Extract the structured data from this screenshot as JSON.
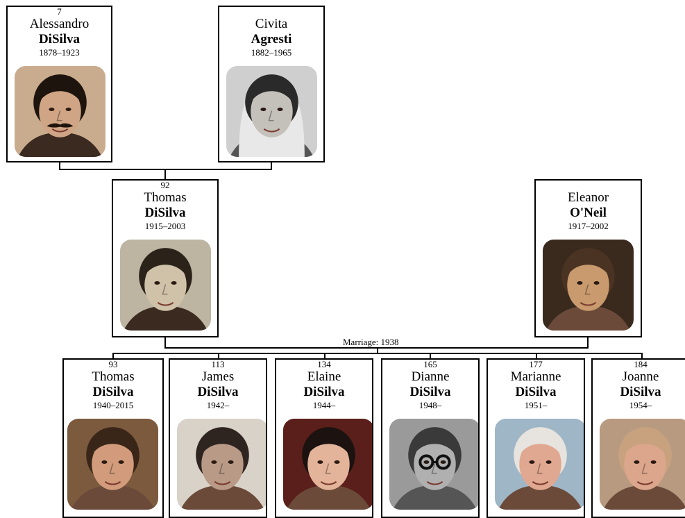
{
  "people": {
    "alessandro": {
      "num": "7",
      "given": "Alessandro",
      "surname": "DiSilva",
      "years": "1878–1923",
      "photo": {
        "bg": "#c9ab8d",
        "skin": "#cfa585",
        "hair": "#1e140e",
        "mustache": true,
        "glasses": false,
        "age": "sepia"
      }
    },
    "civita": {
      "num": "",
      "given": "Civita",
      "surname": "Agresti",
      "years": "1882–1965",
      "photo": {
        "bg": "#cfcfcf",
        "skin": "#c4c0ba",
        "hair": "#2a2a2a",
        "veil": true,
        "glasses": false,
        "age": "gray"
      }
    },
    "thomas_sr": {
      "num": "92",
      "given": "Thomas",
      "surname": "DiSilva",
      "years": "1915–2003",
      "photo": {
        "bg": "#bdb5a2",
        "skin": "#cfc2a8",
        "hair": "#2b231a",
        "glasses": false,
        "age": "sepia"
      }
    },
    "eleanor": {
      "num": "",
      "given": "Eleanor",
      "surname": "O'Neil",
      "years": "1917–2002",
      "photo": {
        "bg": "#3a2a1e",
        "skin": "#c89a6e",
        "hair": "#4a3322",
        "glasses": false,
        "age": "color"
      }
    },
    "thomas_jr": {
      "num": "93",
      "given": "Thomas",
      "surname": "DiSilva",
      "years": "1940–2015",
      "photo": {
        "bg": "#7b5a3e",
        "skin": "#d29b7b",
        "hair": "#3a2618",
        "glasses": false,
        "age": "color"
      }
    },
    "james": {
      "num": "113",
      "given": "James",
      "surname": "DiSilva",
      "years": "1942–",
      "photo": {
        "bg": "#d9d2c8",
        "skin": "#b89a86",
        "hair": "#2e2520",
        "glasses": false,
        "age": "color"
      }
    },
    "elaine": {
      "num": "134",
      "given": "Elaine",
      "surname": "DiSilva",
      "years": "1944–",
      "photo": {
        "bg": "#5a1f1a",
        "skin": "#e3b39a",
        "hair": "#1c1210",
        "glasses": false,
        "age": "color"
      }
    },
    "dianne": {
      "num": "165",
      "given": "Dianne",
      "surname": "DiSilva",
      "years": "1948–",
      "photo": {
        "bg": "#9a9a9a",
        "skin": "#b0b0b0",
        "hair": "#3a3a3a",
        "glasses": true,
        "age": "gray"
      }
    },
    "marianne": {
      "num": "177",
      "given": "Marianne",
      "surname": "DiSilva",
      "years": "1951–",
      "photo": {
        "bg": "#9fb6c6",
        "skin": "#e0a890",
        "hair": "#e7e4df",
        "glasses": false,
        "age": "color"
      }
    },
    "joanne": {
      "num": "184",
      "given": "Joanne",
      "surname": "DiSilva",
      "years": "1954–",
      "photo": {
        "bg": "#b79a80",
        "skin": "#dca68c",
        "hair": "#c8a27e",
        "glasses": false,
        "age": "color"
      }
    }
  },
  "marriage_label": "Marriage: 1938"
}
